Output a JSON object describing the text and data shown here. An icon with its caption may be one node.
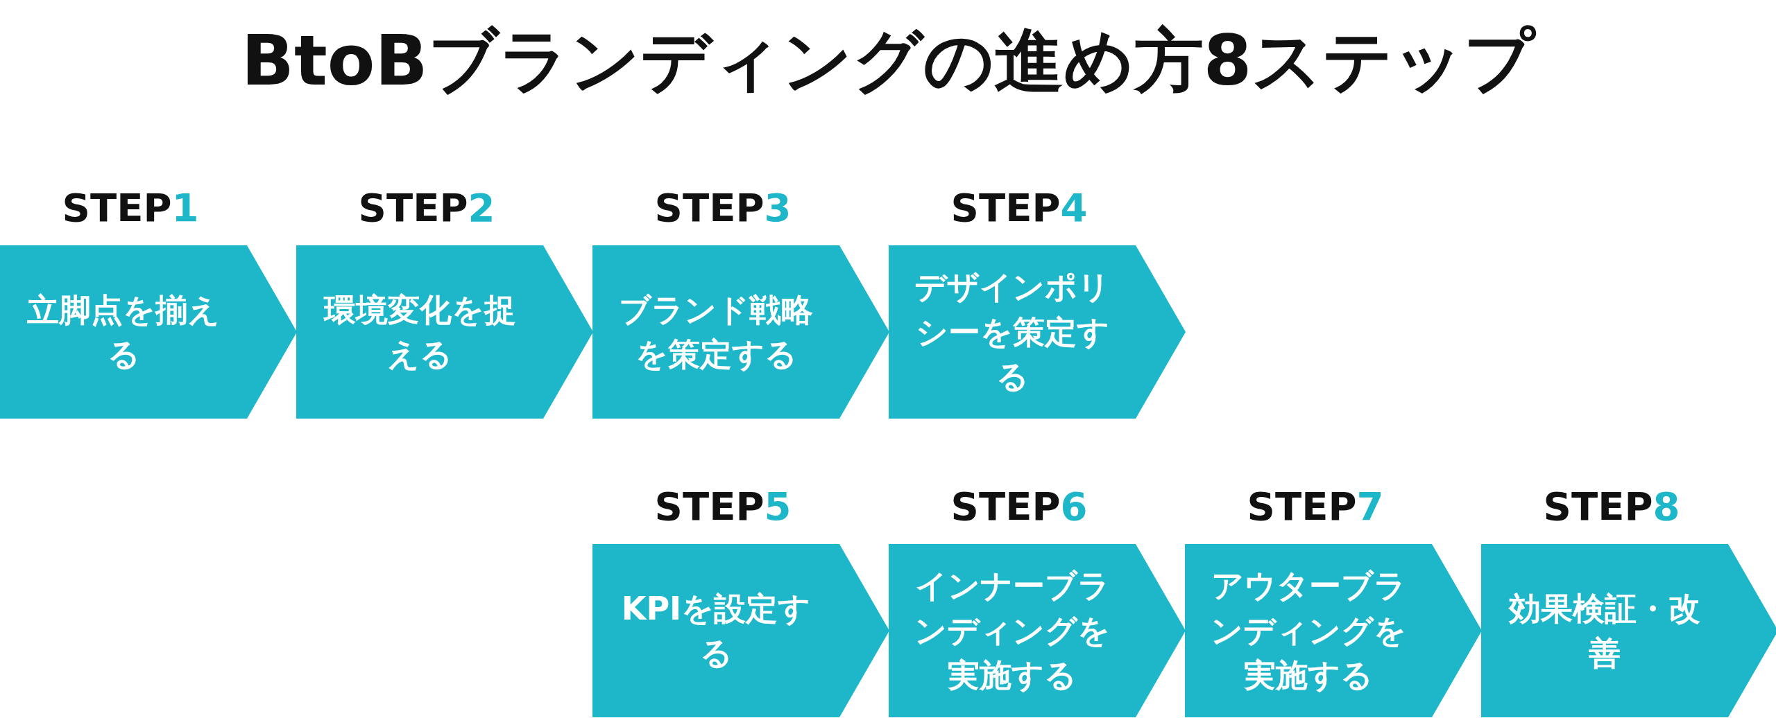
{
  "diagram": {
    "title": "BtoBブランディングの進め方8ステップ",
    "nodes": [
      {
        "text": [
          "立脚点を揃える"
        ],
        "beside": [
          "STEP1"
        ]
      },
      {
        "text": [
          "環境変化を捉える"
        ],
        "beside": [
          "STEP2"
        ]
      },
      {
        "text": [
          "ブランド戦略を策定する"
        ],
        "beside": [
          "STEP3"
        ]
      },
      {
        "text": [
          "デザインポリシーを策定する"
        ],
        "beside": [
          "STEP4"
        ]
      },
      {
        "text": [
          "KPIを設定する"
        ],
        "beside": [
          "STEP5"
        ]
      },
      {
        "text": [
          "インナーブランディングを実施する"
        ],
        "beside": [
          "STEP6"
        ]
      },
      {
        "text": [
          "アウターブランディングを実施する"
        ],
        "beside": [
          "STEP7"
        ]
      },
      {
        "text": [
          "効果検証・改善"
        ],
        "beside": [
          "STEP8"
        ]
      }
    ]
  }
}
